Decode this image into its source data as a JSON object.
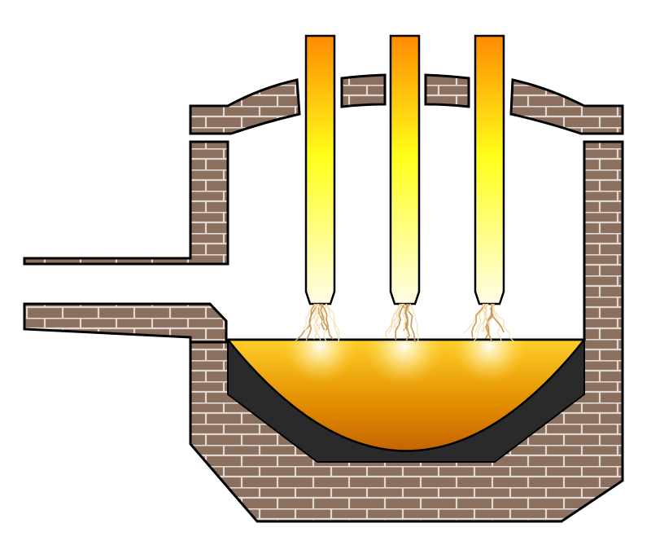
{
  "diagram": {
    "kind": "electric-arc-furnace-cross-section",
    "labels": [],
    "colors": {
      "brick": "#8b7060",
      "mortar": "#e2d8d2",
      "refractory": "#2a2a2a",
      "molten_metal_light": "#ffd21a",
      "molten_metal_dark": "#c86a00",
      "electrode_top": "#ff8a00",
      "electrode_mid": "#ffff1a",
      "electrode_bottom": "#fffde8",
      "outline": "#000000"
    },
    "electrodes": [
      {
        "name": "electrode-1"
      },
      {
        "name": "electrode-2"
      },
      {
        "name": "electrode-3"
      }
    ]
  }
}
